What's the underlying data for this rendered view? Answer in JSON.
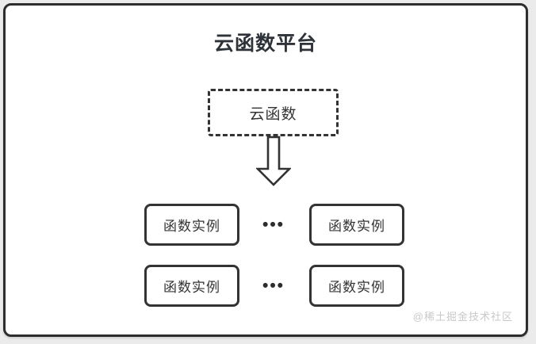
{
  "diagram": {
    "title": "云函数平台",
    "cloud_function": {
      "label": "云函数"
    },
    "arrow": {
      "icon": "down-arrow-icon",
      "direction": "down"
    },
    "rows": [
      {
        "instances": [
          "函数实例",
          "函数实例"
        ],
        "ellipsis": "•••"
      },
      {
        "instances": [
          "函数实例",
          "函数实例"
        ],
        "ellipsis": "•••"
      }
    ],
    "watermark": "@稀土掘金技术社区"
  },
  "colors": {
    "frame_border": "#2d2d2d",
    "node_border": "#333333",
    "text": "#333333",
    "title_text": "#2e3239",
    "watermark_text": "#c9c9c9",
    "canvas_background": "#ffffff",
    "page_background": "#ebebeb"
  }
}
